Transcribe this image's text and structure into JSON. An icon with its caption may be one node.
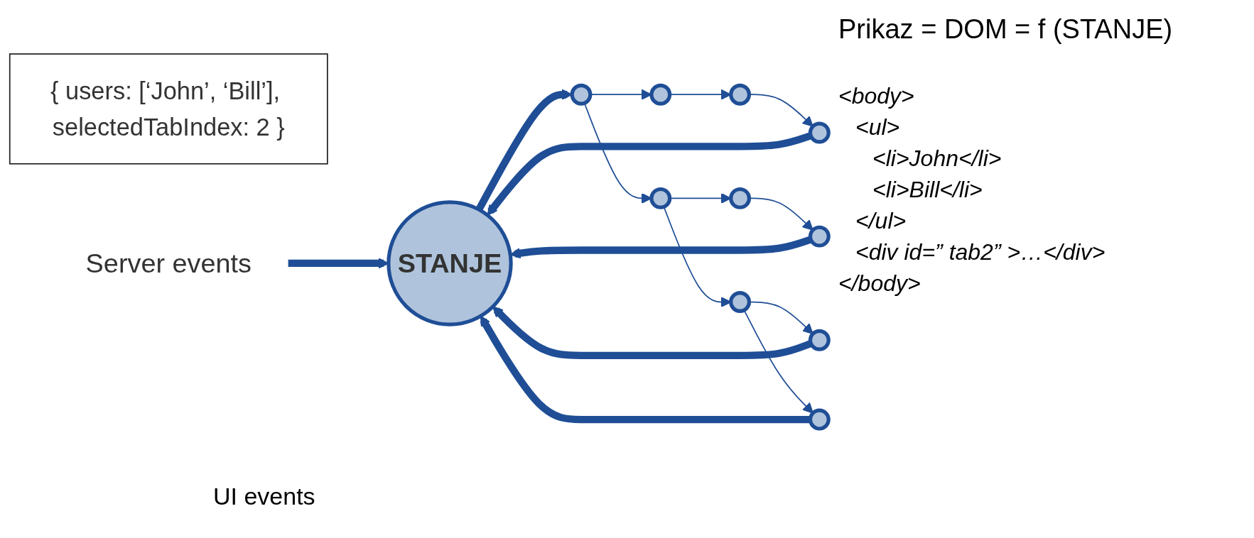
{
  "diagram": {
    "title": "Prikaz = DOM = f (STANJE)",
    "nodes": [
      {
        "text": [
          "STANJE"
        ]
      },
      {
        "text": [
          "{ users: [‘John’, ‘Bill’], selectedTabIndex: 2 }"
        ]
      },
      {
        "text": [
          "Server events"
        ]
      },
      {
        "text": [],
        "shape": "circle"
      },
      {
        "text": [],
        "shape": "circle"
      },
      {
        "text": [],
        "shape": "circle"
      },
      {
        "text": [],
        "shape": "circle"
      },
      {
        "text": [],
        "shape": "circle"
      },
      {
        "text": [],
        "shape": "circle"
      },
      {
        "text": [],
        "shape": "circle"
      },
      {
        "text": [],
        "shape": "circle"
      },
      {
        "text": [],
        "shape": "circle"
      },
      {
        "text": [],
        "shape": "circle"
      }
    ],
    "edges": [
      {
        "from": 2,
        "to": 0,
        "arrow": "to",
        "style": "thick"
      },
      {
        "from": 0,
        "to": 3,
        "arrow": "to",
        "style": "thick"
      },
      {
        "from": 3,
        "to": 4,
        "arrow": "to"
      },
      {
        "from": 3,
        "to": 5,
        "arrow": "to"
      },
      {
        "from": 4,
        "to": 6,
        "arrow": "to"
      },
      {
        "from": 6,
        "to": 9,
        "arrow": "to"
      },
      {
        "from": 5,
        "to": 7,
        "arrow": "to"
      },
      {
        "from": 5,
        "to": 8,
        "arrow": "to"
      },
      {
        "from": 7,
        "to": 10,
        "arrow": "to"
      },
      {
        "from": 8,
        "to": 11,
        "arrow": "to"
      },
      {
        "from": 8,
        "to": 12,
        "arrow": "to"
      },
      {
        "from": 12,
        "to": 0,
        "arrow": "to",
        "style": "thick"
      },
      {
        "from": 11,
        "to": 0,
        "arrow": "to",
        "style": "thick"
      },
      {
        "from": 10,
        "to": 0,
        "arrow": "to",
        "style": "thick"
      },
      {
        "from": 9,
        "to": 0,
        "arrow": "to",
        "style": "thick"
      }
    ],
    "labels": [
      "<body>",
      "<ul>",
      "<li>John</li>",
      "<li>Bill</li>",
      "</ul>",
      "<div id=” tab2” >…</div>",
      "</body>",
      "UI events"
    ]
  }
}
